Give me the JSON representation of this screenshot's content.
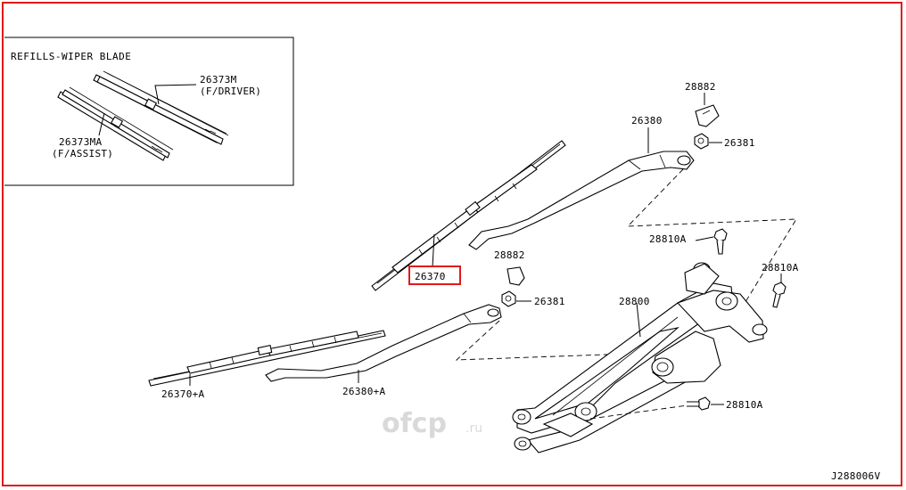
{
  "diagram": {
    "inset_title": "REFILLS-WIPER BLADE",
    "labels": {
      "p26373M": "26373M",
      "p26373M_note": "(F/DRIVER)",
      "p26373MA": "26373MA",
      "p26373MA_note": "(F/ASSIST)",
      "p28882_top": "28882",
      "p26380": "26380",
      "p26381_top": "26381",
      "p28810A_1": "28810A",
      "p28810A_2": "28810A",
      "p28882_mid": "28882",
      "p26370_highlight": "26370",
      "p26381_mid": "26381",
      "p28800": "28800",
      "p26370A": "26370+A",
      "p26380A": "26380+A",
      "p28810A_3": "28810A"
    },
    "diagram_code": "J288006V",
    "watermark": "ofcp",
    "watermark_suffix": ".ru",
    "highlight_color": "#e01a1a"
  }
}
